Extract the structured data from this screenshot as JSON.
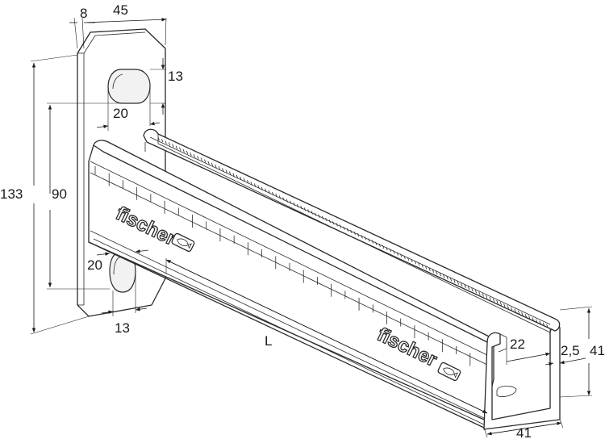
{
  "dimensions": {
    "plate_thickness": "8",
    "plate_width": "45",
    "slot_height": "13",
    "slot_width_top": "20",
    "hole_spacing": "90",
    "overall_height": "133",
    "slot_width_bottom": "20",
    "slot_height_bottom": "13",
    "length": "L",
    "lip_gap": "22",
    "lip_thickness": "2,5",
    "profile_height": "41",
    "profile_width": "41"
  },
  "branding": {
    "logo_text_upper": "fischer",
    "logo_text_lower": "fischer"
  },
  "colors": {
    "ink": "#2a2a2a",
    "background": "#ffffff",
    "face_shade": "#f2f2f2"
  }
}
